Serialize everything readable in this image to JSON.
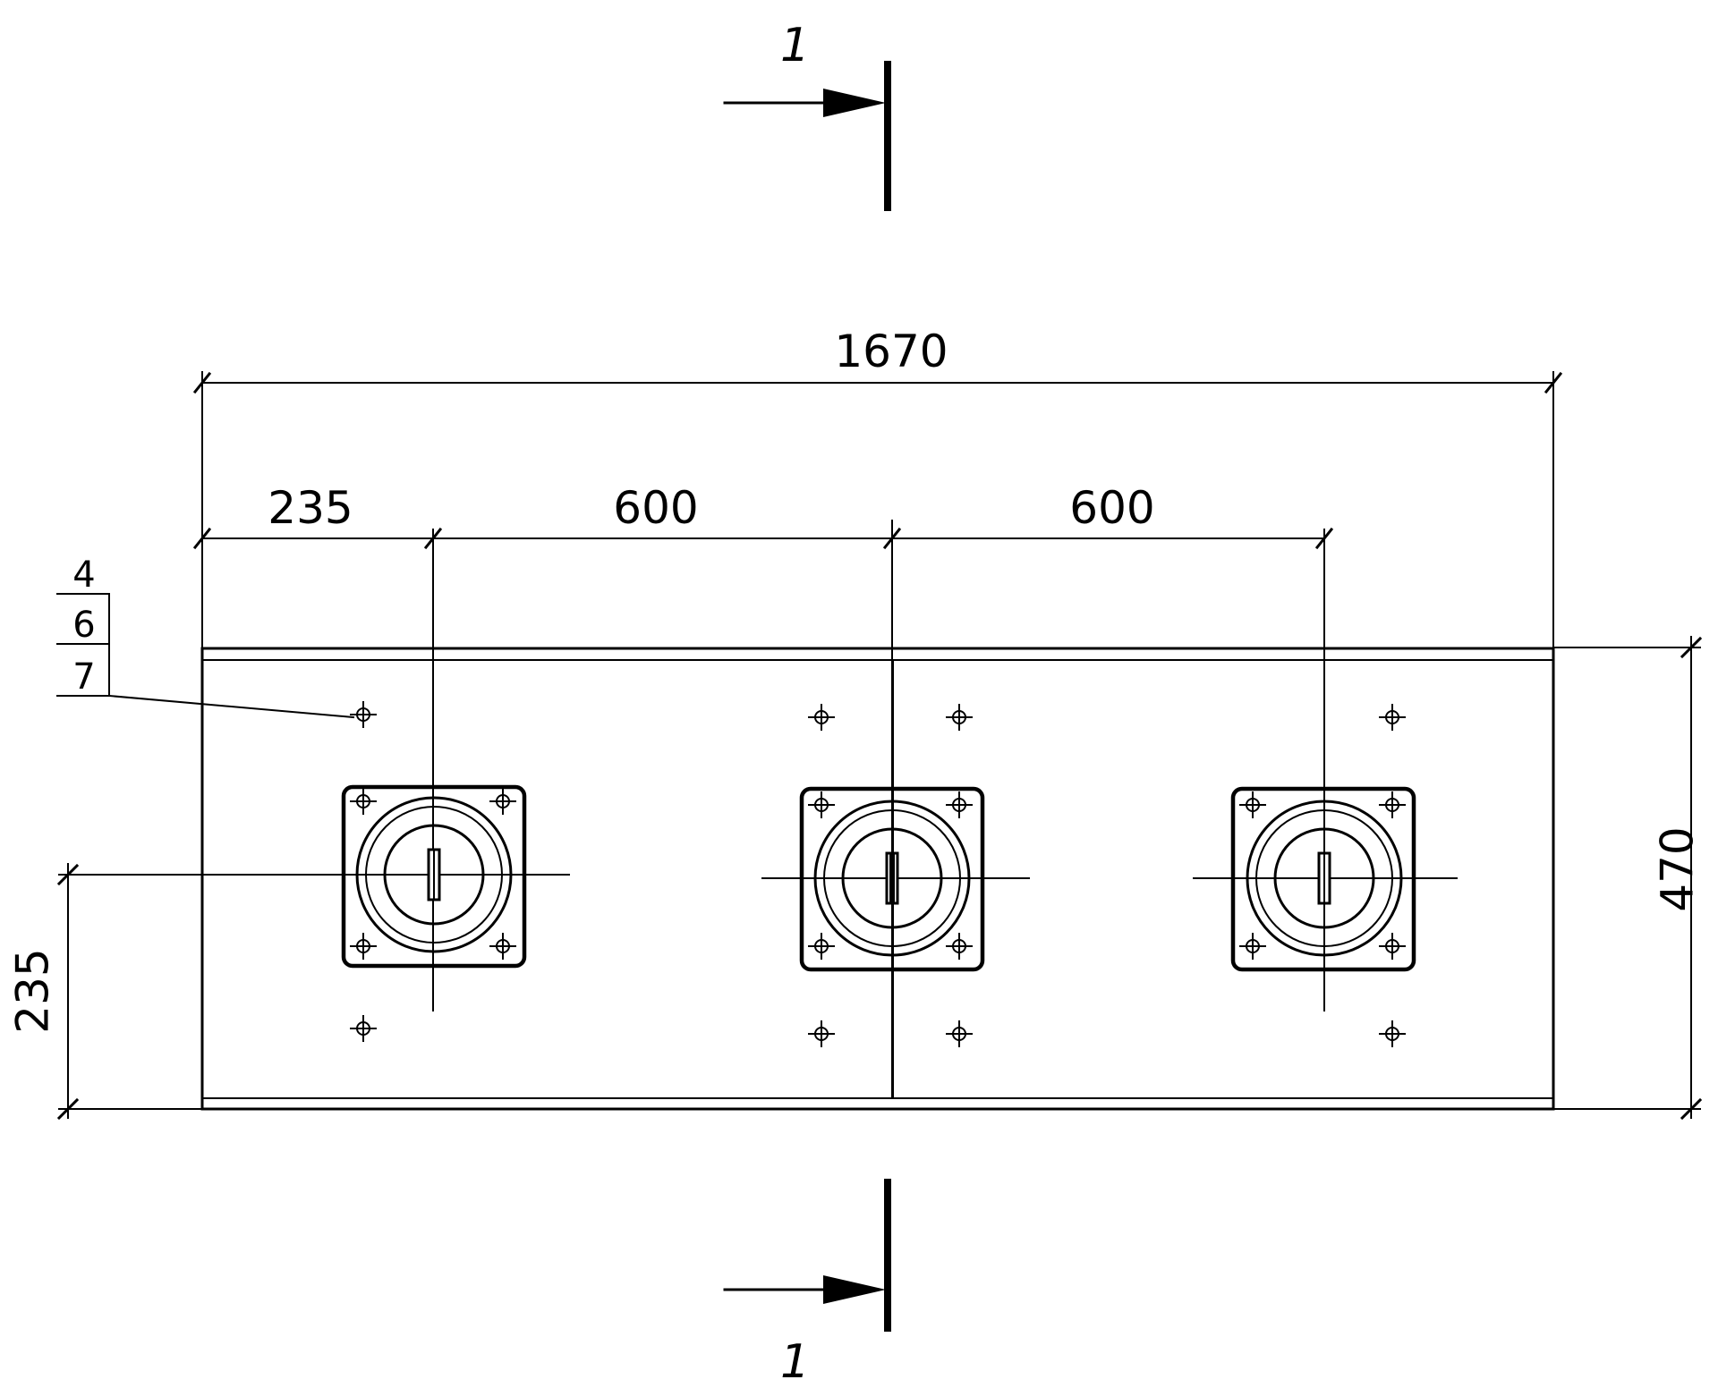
{
  "section": {
    "label_top": "1",
    "label_bottom": "1"
  },
  "dimensions": {
    "overall_width": "1670",
    "left_offset": "235",
    "spacing_1": "600",
    "spacing_2": "600",
    "height": "470",
    "center_height": "235"
  },
  "callout": {
    "items": [
      "4",
      "6",
      "7"
    ]
  }
}
